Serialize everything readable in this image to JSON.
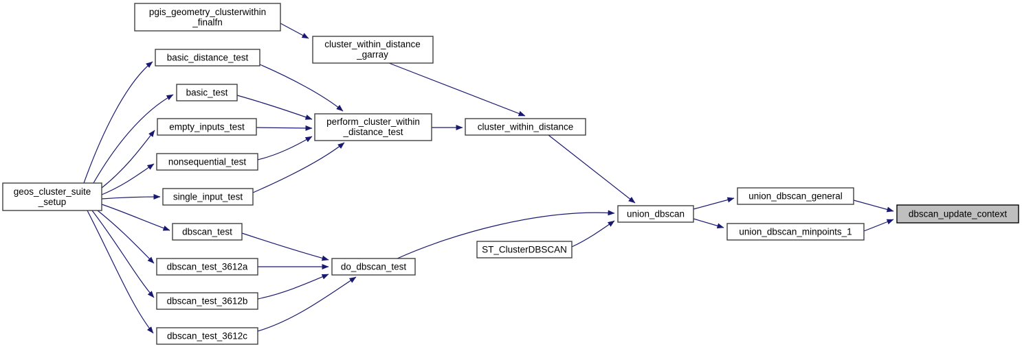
{
  "diagram": {
    "type": "call-graph",
    "description": "Caller graph for dbscan_update_context",
    "background_color": "#ffffff",
    "edge_color": "#191970",
    "node_fill_color": "#ffffff",
    "node_border_color": "#404040",
    "highlight_fill_color": "#bfbfbf",
    "text_color": "#000000"
  },
  "nodes": {
    "pgis_geometry_clusterwithin_finalfn": {
      "label": "pgis_geometry_clusterwithin_finalfn",
      "lines": [
        "pgis_geometry_clusterwithin",
        "_finalfn"
      ],
      "highlighted": false
    },
    "cluster_within_distance_garray": {
      "label": "cluster_within_distance_garray",
      "lines": [
        "cluster_within_distance",
        "_garray"
      ],
      "highlighted": false
    },
    "basic_distance_test": {
      "label": "basic_distance_test",
      "lines": [
        "basic_distance_test"
      ],
      "highlighted": false
    },
    "basic_test": {
      "label": "basic_test",
      "lines": [
        "basic_test"
      ],
      "highlighted": false
    },
    "empty_inputs_test": {
      "label": "empty_inputs_test",
      "lines": [
        "empty_inputs_test"
      ],
      "highlighted": false
    },
    "nonsequential_test": {
      "label": "nonsequential_test",
      "lines": [
        "nonsequential_test"
      ],
      "highlighted": false
    },
    "geos_cluster_suite_setup": {
      "label": "geos_cluster_suite_setup",
      "lines": [
        "geos_cluster_suite",
        "_setup"
      ],
      "highlighted": false
    },
    "single_input_test": {
      "label": "single_input_test",
      "lines": [
        "single_input_test"
      ],
      "highlighted": false
    },
    "dbscan_test": {
      "label": "dbscan_test",
      "lines": [
        "dbscan_test"
      ],
      "highlighted": false
    },
    "dbscan_test_3612a": {
      "label": "dbscan_test_3612a",
      "lines": [
        "dbscan_test_3612a"
      ],
      "highlighted": false
    },
    "dbscan_test_3612b": {
      "label": "dbscan_test_3612b",
      "lines": [
        "dbscan_test_3612b"
      ],
      "highlighted": false
    },
    "dbscan_test_3612c": {
      "label": "dbscan_test_3612c",
      "lines": [
        "dbscan_test_3612c"
      ],
      "highlighted": false
    },
    "perform_cluster_within_distance_test": {
      "label": "perform_cluster_within_distance_test",
      "lines": [
        "perform_cluster_within",
        "_distance_test"
      ],
      "highlighted": false
    },
    "cluster_within_distance": {
      "label": "cluster_within_distance",
      "lines": [
        "cluster_within_distance"
      ],
      "highlighted": false
    },
    "do_dbscan_test": {
      "label": "do_dbscan_test",
      "lines": [
        "do_dbscan_test"
      ],
      "highlighted": false
    },
    "ST_ClusterDBSCAN": {
      "label": "ST_ClusterDBSCAN",
      "lines": [
        "ST_ClusterDBSCAN"
      ],
      "highlighted": false
    },
    "union_dbscan": {
      "label": "union_dbscan",
      "lines": [
        "union_dbscan"
      ],
      "highlighted": false
    },
    "union_dbscan_general": {
      "label": "union_dbscan_general",
      "lines": [
        "union_dbscan_general"
      ],
      "highlighted": false
    },
    "union_dbscan_minpoints_1": {
      "label": "union_dbscan_minpoints_1",
      "lines": [
        "union_dbscan_minpoints_1"
      ],
      "highlighted": false
    },
    "dbscan_update_context": {
      "label": "dbscan_update_context",
      "lines": [
        "dbscan_update_context"
      ],
      "highlighted": true
    }
  },
  "edges": [
    {
      "from": "pgis_geometry_clusterwithin_finalfn",
      "to": "cluster_within_distance_garray"
    },
    {
      "from": "cluster_within_distance_garray",
      "to": "cluster_within_distance"
    },
    {
      "from": "geos_cluster_suite_setup",
      "to": "basic_distance_test"
    },
    {
      "from": "geos_cluster_suite_setup",
      "to": "basic_test"
    },
    {
      "from": "geos_cluster_suite_setup",
      "to": "empty_inputs_test"
    },
    {
      "from": "geos_cluster_suite_setup",
      "to": "nonsequential_test"
    },
    {
      "from": "geos_cluster_suite_setup",
      "to": "single_input_test"
    },
    {
      "from": "geos_cluster_suite_setup",
      "to": "dbscan_test"
    },
    {
      "from": "geos_cluster_suite_setup",
      "to": "dbscan_test_3612a"
    },
    {
      "from": "geos_cluster_suite_setup",
      "to": "dbscan_test_3612b"
    },
    {
      "from": "geos_cluster_suite_setup",
      "to": "dbscan_test_3612c"
    },
    {
      "from": "basic_distance_test",
      "to": "perform_cluster_within_distance_test"
    },
    {
      "from": "basic_test",
      "to": "perform_cluster_within_distance_test"
    },
    {
      "from": "empty_inputs_test",
      "to": "perform_cluster_within_distance_test"
    },
    {
      "from": "nonsequential_test",
      "to": "perform_cluster_within_distance_test"
    },
    {
      "from": "single_input_test",
      "to": "perform_cluster_within_distance_test"
    },
    {
      "from": "perform_cluster_within_distance_test",
      "to": "cluster_within_distance"
    },
    {
      "from": "cluster_within_distance",
      "to": "union_dbscan"
    },
    {
      "from": "dbscan_test",
      "to": "do_dbscan_test"
    },
    {
      "from": "dbscan_test_3612a",
      "to": "do_dbscan_test"
    },
    {
      "from": "dbscan_test_3612b",
      "to": "do_dbscan_test"
    },
    {
      "from": "dbscan_test_3612c",
      "to": "do_dbscan_test"
    },
    {
      "from": "do_dbscan_test",
      "to": "union_dbscan"
    },
    {
      "from": "ST_ClusterDBSCAN",
      "to": "union_dbscan"
    },
    {
      "from": "union_dbscan",
      "to": "union_dbscan_general"
    },
    {
      "from": "union_dbscan",
      "to": "union_dbscan_minpoints_1"
    },
    {
      "from": "union_dbscan_general",
      "to": "dbscan_update_context"
    },
    {
      "from": "union_dbscan_minpoints_1",
      "to": "dbscan_update_context"
    }
  ]
}
